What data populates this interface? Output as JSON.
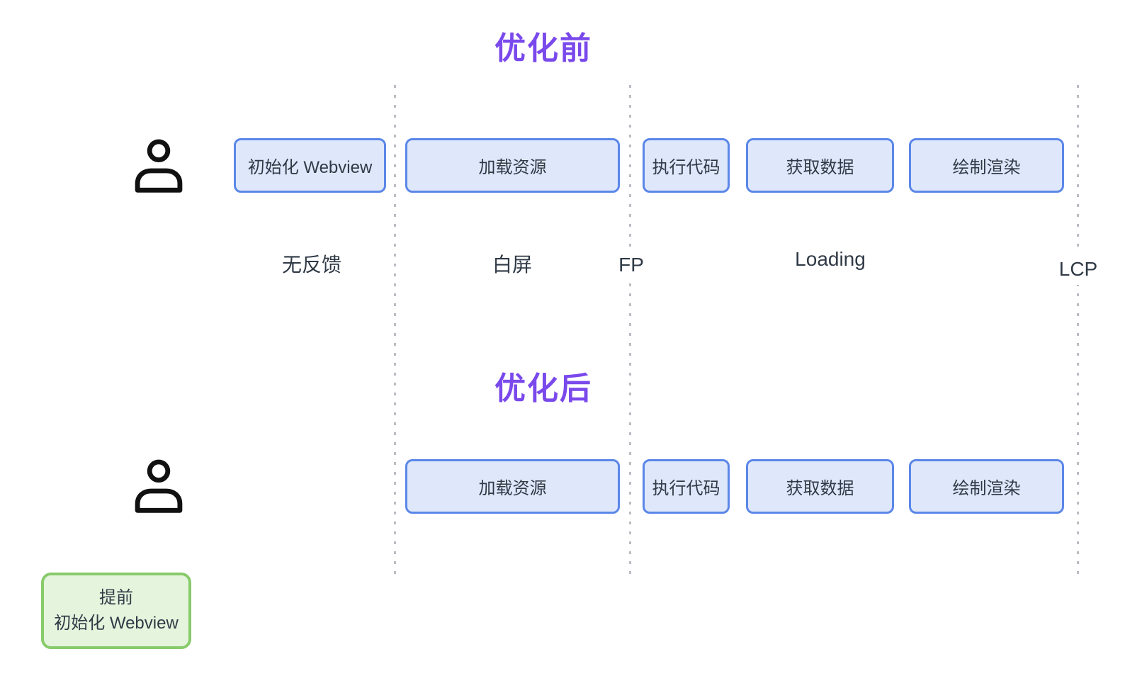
{
  "before": {
    "title": "优化前",
    "steps": {
      "init": "初始化 Webview",
      "load": "加载资源",
      "exec": "执行代码",
      "fetch": "获取数据",
      "paint": "绘制渲染"
    },
    "milestones": {
      "no_feedback": "无反馈",
      "white_screen": "白屏",
      "fp": "FP",
      "loading": "Loading",
      "lcp": "LCP"
    }
  },
  "after": {
    "title": "优化后",
    "steps": {
      "load": "加载资源",
      "exec": "执行代码",
      "fetch": "获取数据",
      "paint": "绘制渲染"
    },
    "pre_init": {
      "line1": "提前",
      "line2": "初始化 Webview"
    }
  },
  "icons": {
    "user": "person-outline"
  },
  "colors": {
    "title": "#7a49ec",
    "step_border": "#5b87e8",
    "step_fill": "#dfe7fa",
    "pre_init_border": "#88cb6b",
    "pre_init_fill": "#e5f4dd",
    "text": "#303a46",
    "dotted_line": "#b9bdc4",
    "icon_stroke": "#111111"
  }
}
